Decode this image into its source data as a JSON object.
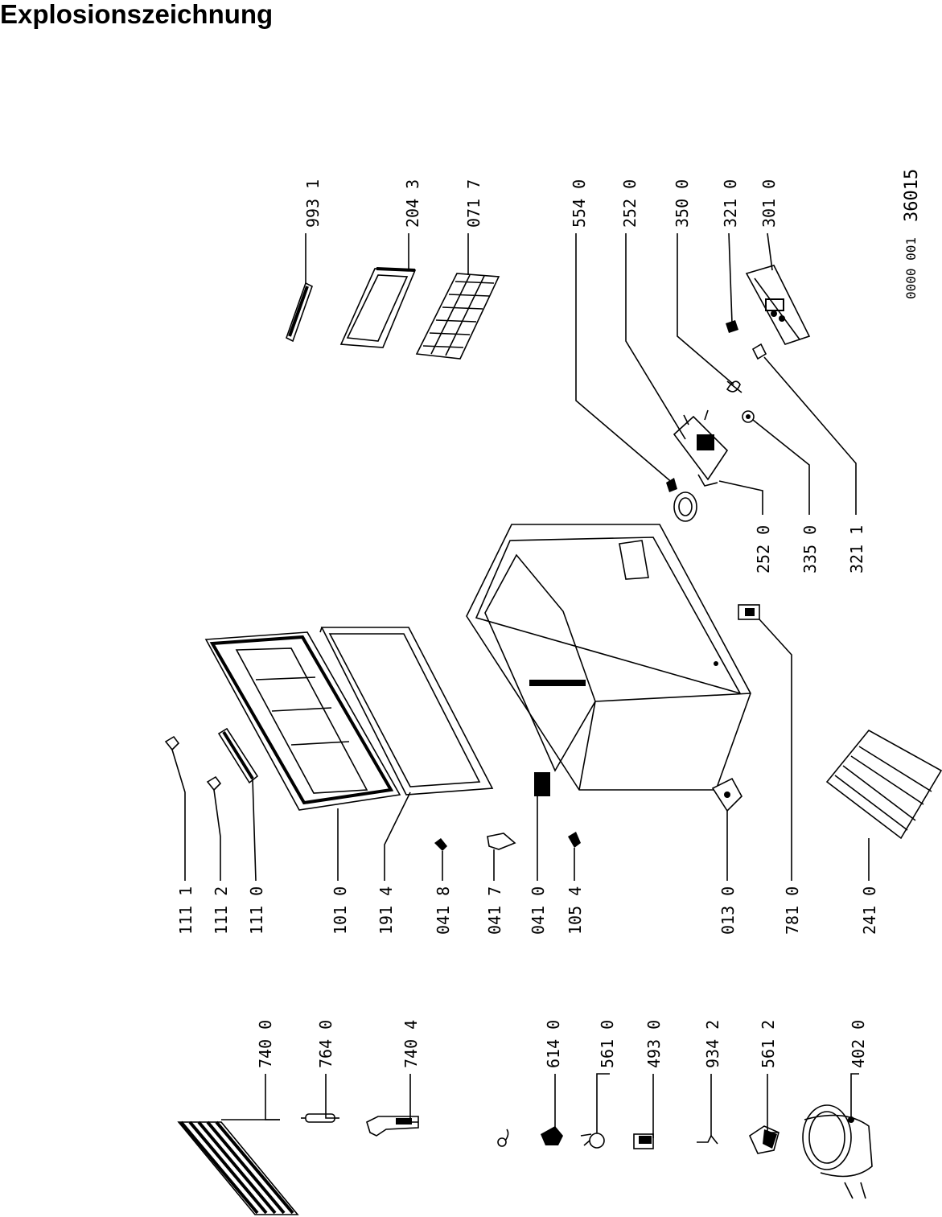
{
  "title": "Explosionszeichnung",
  "drawing_code": {
    "prefix": "0000 001",
    "number": "36015"
  },
  "parts": [
    {
      "id": "p7400",
      "label": "740 0",
      "icon": "condenser-coil-icon"
    },
    {
      "id": "p7640",
      "label": "764 0",
      "icon": "filter-drier-icon"
    },
    {
      "id": "p7404",
      "label": "740 4",
      "icon": "condenser-bracket-icon"
    },
    {
      "id": "p6140",
      "label": "614 0",
      "icon": "start-relay-icon"
    },
    {
      "id": "p5610",
      "label": "561 0",
      "icon": "overload-protector-icon"
    },
    {
      "id": "p4930",
      "label": "493 0",
      "icon": "terminal-cover-icon"
    },
    {
      "id": "p9342",
      "label": "934 2",
      "icon": "wire-clip-icon"
    },
    {
      "id": "p5612",
      "label": "561 2",
      "icon": "protector-cover-icon"
    },
    {
      "id": "p4020",
      "label": "402 0",
      "icon": "compressor-icon"
    },
    {
      "id": "p1111",
      "label": "111 1",
      "icon": "handle-cap-icon"
    },
    {
      "id": "p1112",
      "label": "111 2",
      "icon": "handle-cap-icon"
    },
    {
      "id": "p1110",
      "label": "111 0",
      "icon": "lid-handle-icon"
    },
    {
      "id": "p1010",
      "label": "101 0",
      "icon": "lid-icon"
    },
    {
      "id": "p1914",
      "label": "191 4",
      "icon": "door-gasket-icon"
    },
    {
      "id": "p0418",
      "label": "041 8",
      "icon": "hinge-screw-icon"
    },
    {
      "id": "p0417",
      "label": "041 7",
      "icon": "hinge-cover-icon"
    },
    {
      "id": "p0410",
      "label": "041 0",
      "icon": "hinge-icon"
    },
    {
      "id": "p1054",
      "label": "105 4",
      "icon": "lock-clip-icon"
    },
    {
      "id": "p0130",
      "label": "013 0",
      "icon": "foot-icon"
    },
    {
      "id": "p7810",
      "label": "781 0",
      "icon": "drain-plug-icon"
    },
    {
      "id": "p2410",
      "label": "241 0",
      "icon": "wire-basket-icon"
    },
    {
      "id": "p9931",
      "label": "993 1",
      "icon": "panel-strip-icon"
    },
    {
      "id": "p2043",
      "label": "204 3",
      "icon": "control-panel-frame-icon"
    },
    {
      "id": "p0717",
      "label": "071 7",
      "icon": "grille-icon"
    },
    {
      "id": "p5540",
      "label": "554 0",
      "icon": "thermostat-knob-icon"
    },
    {
      "id": "p2520a",
      "label": "252 0",
      "icon": "thermostat-icon"
    },
    {
      "id": "p3500",
      "label": "350 0",
      "icon": "lamp-holder-icon"
    },
    {
      "id": "p3210",
      "label": "321 0",
      "icon": "indicator-lamp-icon"
    },
    {
      "id": "p3010",
      "label": "301 0",
      "icon": "control-panel-icon"
    },
    {
      "id": "p2520b",
      "label": "252 0",
      "icon": "thermostat-bracket-icon"
    },
    {
      "id": "p3350",
      "label": "335 0",
      "icon": "switch-icon"
    },
    {
      "id": "p3211",
      "label": "321 1",
      "icon": "indicator-lamp-icon"
    },
    {
      "id": "cabinet",
      "label": "",
      "icon": "freezer-cabinet-icon"
    }
  ]
}
